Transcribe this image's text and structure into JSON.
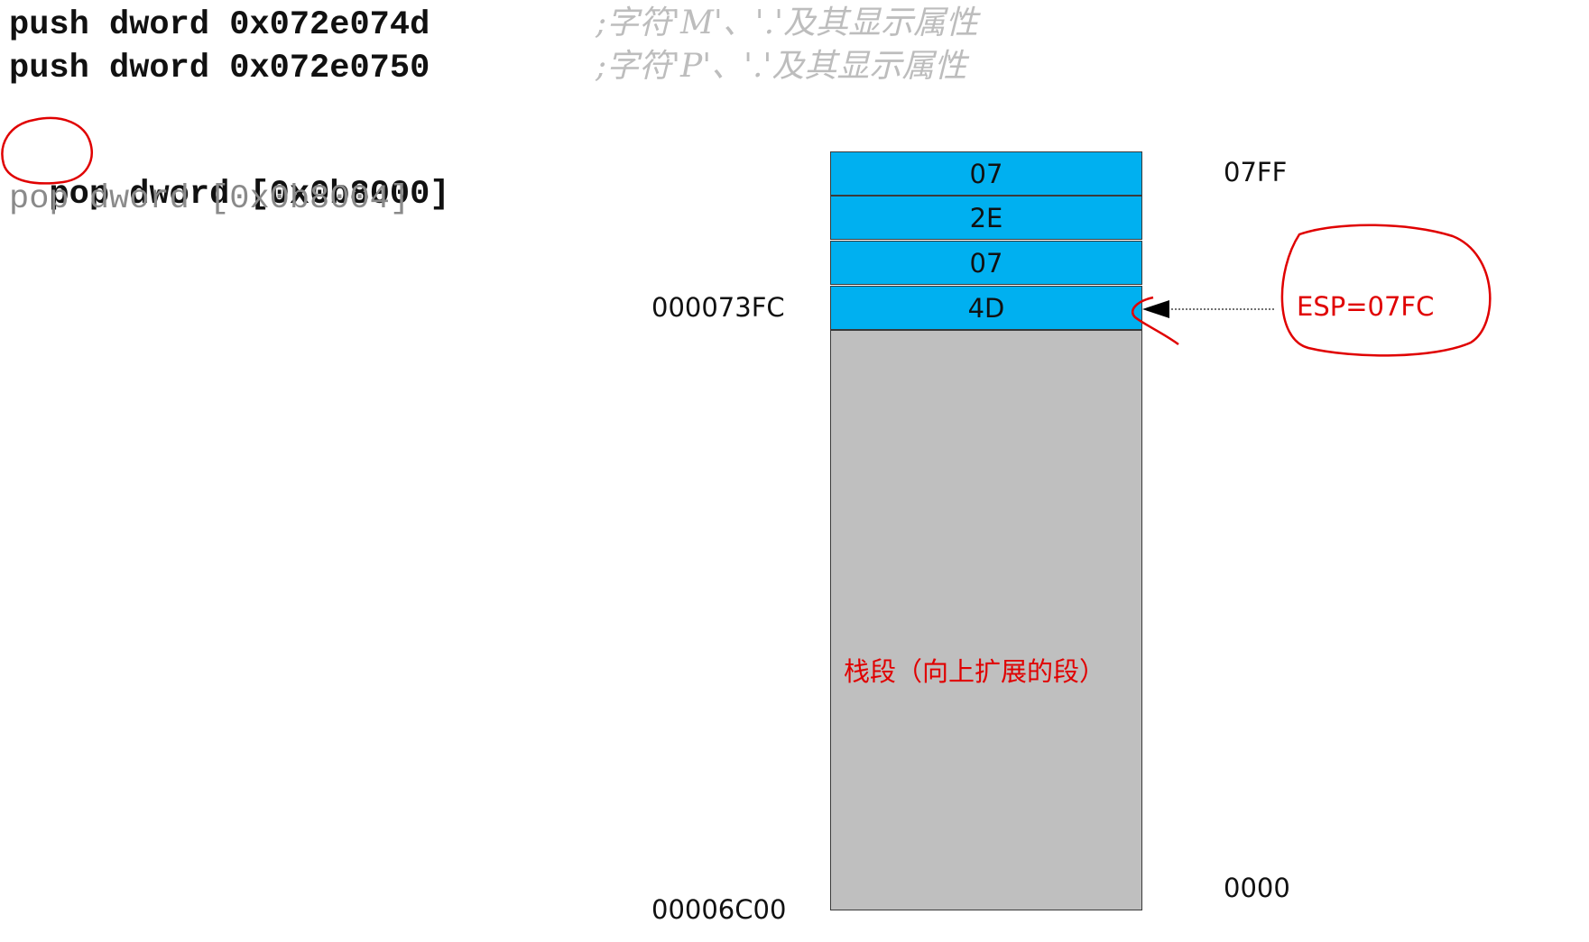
{
  "code": {
    "line1": {
      "instr": "push dword 0x072e074d",
      "comment": ";字符'M'、'.'及其显示属性"
    },
    "line2": {
      "instr": "push dword 0x072e0750",
      "comment": ";字符'P'、'.'及其显示属性"
    },
    "line3": {
      "op": "pop",
      "rest": " dword [0x0b8000]"
    },
    "line4": {
      "instr": "pop dword [0x0b8004]"
    }
  },
  "stack": {
    "cells": [
      "07",
      "2E",
      "07",
      "4D"
    ],
    "body_label": "栈段（向上扩展的段）",
    "addr_left_top": "000073FC",
    "addr_left_bottom": "00006C00",
    "offset_right_top": "07FF",
    "offset_right_bottom": "0000",
    "esp_label": "ESP=07FC"
  },
  "colors": {
    "cell_fill": "#00b0f0",
    "stack_fill": "#bfbfbf",
    "annotation": "#e00000"
  }
}
